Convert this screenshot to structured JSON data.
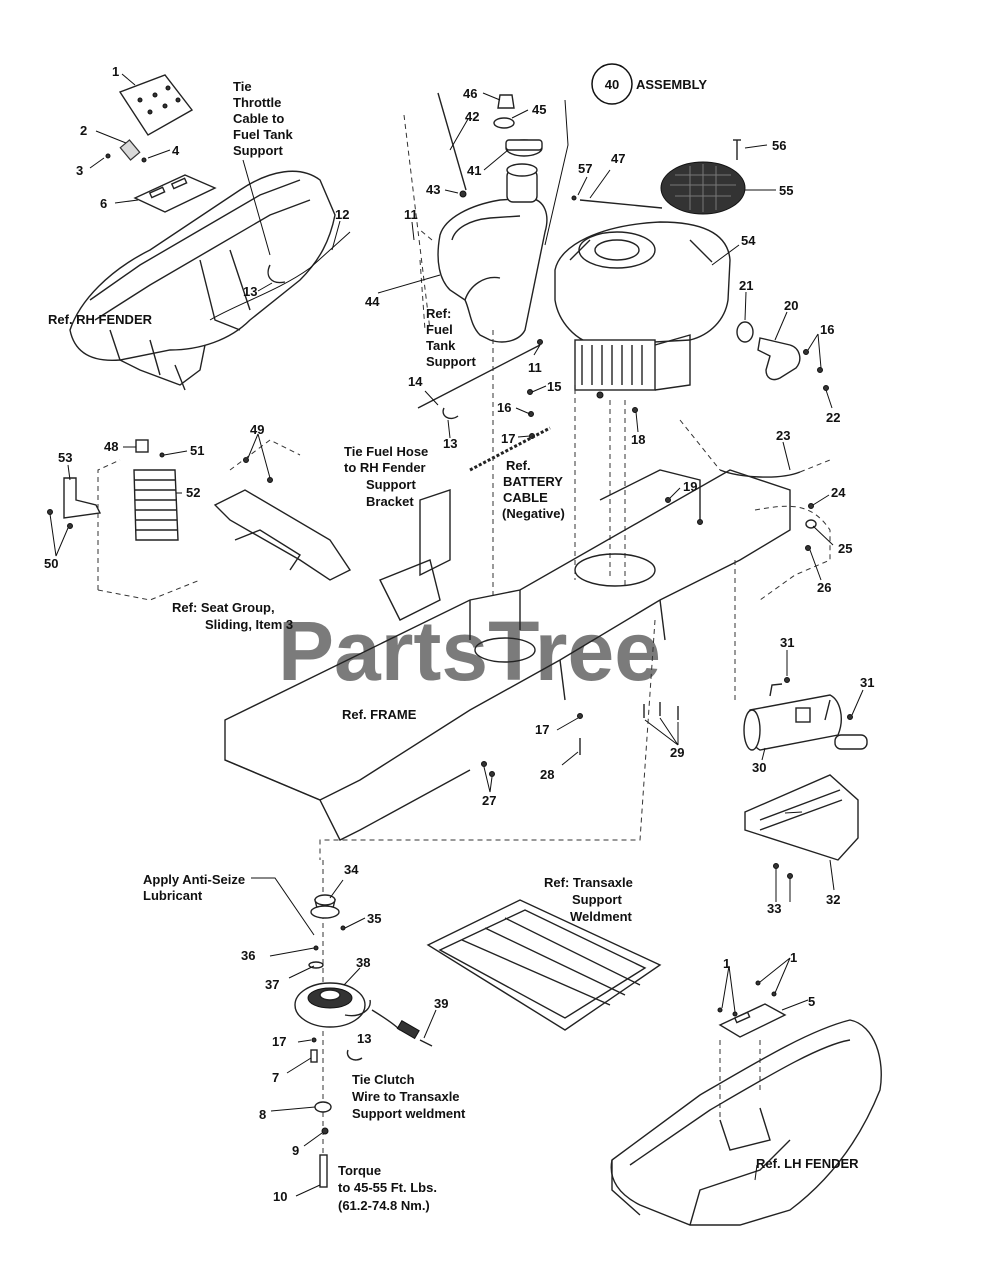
{
  "watermark": "PartsTree",
  "assembly": {
    "number": "40",
    "label": "ASSEMBLY"
  },
  "notes": {
    "tie_throttle": [
      "Tie",
      "Throttle",
      "Cable to",
      "Fuel Tank",
      "Support"
    ],
    "ref_rh_fender": "Ref. RH FENDER",
    "ref_fuel_tank_support": [
      "Ref:",
      "Fuel",
      "Tank",
      "Support"
    ],
    "tie_fuel_hose": [
      "Tie Fuel Hose",
      "to RH Fender",
      "Support",
      "Bracket"
    ],
    "ref_battery_cable": [
      "Ref.",
      "BATTERY",
      "CABLE",
      "(Negative)"
    ],
    "ref_seat_group": [
      "Ref: Seat Group,",
      "Sliding, Item 3"
    ],
    "ref_frame": "Ref. FRAME",
    "apply_anti_seize": [
      "Apply Anti-Seize",
      "Lubricant"
    ],
    "ref_transaxle": [
      "Ref: Transaxle",
      "Support",
      "Weldment"
    ],
    "tie_clutch": [
      "Tie Clutch",
      "Wire to Transaxle",
      "Support weldment"
    ],
    "torque": [
      "Torque",
      "to 45-55 Ft. Lbs.",
      "(61.2-74.8 Nm.)"
    ],
    "ref_lh_fender": "Ref. LH FENDER"
  },
  "callouts": {
    "c1a": "1",
    "c2": "2",
    "c3": "3",
    "c4": "4",
    "c6": "6",
    "c12": "12",
    "c13a": "13",
    "c46": "46",
    "c45": "45",
    "c42": "42",
    "c41": "41",
    "c43": "43",
    "c11a": "11",
    "c44": "44",
    "c56": "56",
    "c57": "57",
    "c47": "47",
    "c55": "55",
    "c54": "54",
    "c21": "21",
    "c20": "20",
    "c16a": "16",
    "c22": "22",
    "c11b": "11",
    "c14": "14",
    "c15": "15",
    "c16b": "16",
    "c17a": "17",
    "c18": "18",
    "c13b": "13",
    "c23": "23",
    "c48": "48",
    "c51": "51",
    "c49": "49",
    "c53": "53",
    "c52": "52",
    "c50": "50",
    "c19": "19",
    "c24": "24",
    "c25": "25",
    "c26": "26",
    "c31a": "31",
    "c31b": "31",
    "c30": "30",
    "c17b": "17",
    "c28": "28",
    "c27": "27",
    "c29": "29",
    "c32": "32",
    "c33": "33",
    "c34": "34",
    "c35": "35",
    "c36": "36",
    "c37": "37",
    "c38": "38",
    "c39": "39",
    "c17c": "17",
    "c13c": "13",
    "c7": "7",
    "c8": "8",
    "c9": "9",
    "c10": "10",
    "c1b": "1",
    "c1c": "1",
    "c5": "5"
  }
}
